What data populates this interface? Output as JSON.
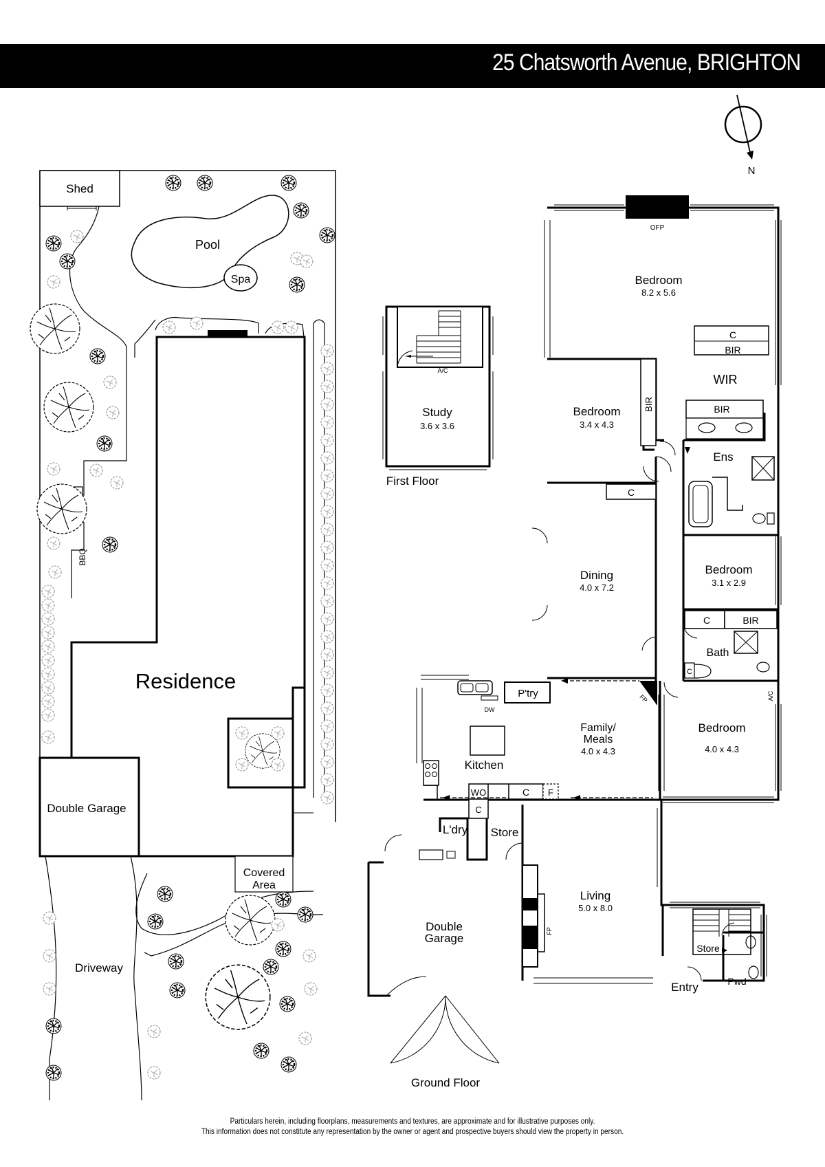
{
  "header": {
    "title": "25 Chatsworth Avenue, BRIGHTON"
  },
  "compass": {
    "label": "N"
  },
  "site_plan": {
    "shed": "Shed",
    "pool": "Pool",
    "spa": "Spa",
    "bbq": "BBQ",
    "residence": "Residence",
    "double_garage": "Double Garage",
    "covered_area_line1": "Covered",
    "covered_area_line2": "Area",
    "driveway": "Driveway"
  },
  "first_floor": {
    "caption": "First Floor",
    "study": {
      "name": "Study",
      "size": "3.6 x 3.6"
    },
    "ac": "A/C"
  },
  "ground_floor": {
    "caption": "Ground Floor",
    "bedroom_main": {
      "name": "Bedroom",
      "size": "8.2 x 5.6"
    },
    "ofp": "OFP",
    "wir": "WIR",
    "bir": "BIR",
    "c": "C",
    "bedroom2": {
      "name": "Bedroom",
      "size": "3.4 x 4.3"
    },
    "ens": "Ens",
    "dining": {
      "name": "Dining",
      "size": "4.0 x 7.2"
    },
    "bedroom3": {
      "name": "Bedroom",
      "size": "3.1 x 2.9"
    },
    "bath": "Bath",
    "ptry": "P'try",
    "dw": "DW",
    "fp": "FP",
    "ac": "A/C",
    "family_line1": "Family/",
    "family_line2": "Meals",
    "family_size": "4.0 x 4.3",
    "bedroom4": {
      "name": "Bedroom",
      "size": "4.0 x 4.3"
    },
    "kitchen": "Kitchen",
    "wo": "WO",
    "f": "F",
    "laundry": "L'dry",
    "store": "Store",
    "living": {
      "name": "Living",
      "size": "5.0 x 8.0"
    },
    "garage_line1": "Double",
    "garage_line2": "Garage",
    "entry": "Entry",
    "pwd": "Pwd"
  },
  "disclaimer": {
    "line1": "Particulars herein, including floorplans, measurements and textures, are approximate and for illustrative purposes only.",
    "line2": "This information does not constitute any representation by the owner or agent and prospective buyers should view the property in person."
  }
}
